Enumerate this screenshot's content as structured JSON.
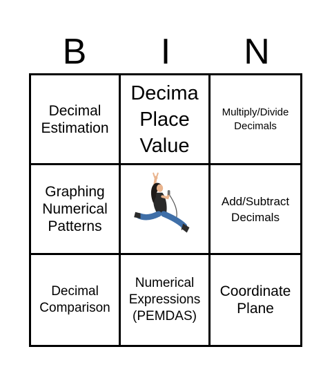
{
  "header": {
    "letters": [
      "B",
      "I",
      "N"
    ]
  },
  "grid": {
    "cells": [
      {
        "text": "Decimal Estimation"
      },
      {
        "text": "Decima Place Value"
      },
      {
        "text": "Multiply/Divide Decimals"
      },
      {
        "text": "Graphing Numerical Patterns"
      },
      {
        "text": "",
        "image": "rocker-jumping-with-microphone"
      },
      {
        "text": "Add/Subtract Decimals"
      },
      {
        "text": "Decimal Comparison"
      },
      {
        "text": "Numerical Expressions (PEMDAS)"
      },
      {
        "text": "Coordinate Plane"
      }
    ]
  },
  "colors": {
    "text": "#000000",
    "border": "#000000",
    "background": "#ffffff",
    "jeans": "#3f6fa8",
    "hair": "#1e1a18",
    "skin": "#e9b48e"
  }
}
